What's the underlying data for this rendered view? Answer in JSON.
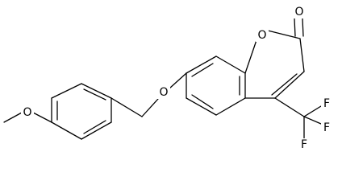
{
  "diagram": {
    "type": "chemical-structure",
    "colors": {
      "bond": "#000000",
      "label": "#000000",
      "background": "#ffffff"
    },
    "atom_labels": {
      "methoxy_oxygen": "O",
      "ether_oxygen": "O",
      "ring_oxygen": "O",
      "carbonyl_oxygen": "O",
      "fluorine_top": "F",
      "fluorine_middle": "F",
      "fluorine_bottom": "F"
    }
  }
}
